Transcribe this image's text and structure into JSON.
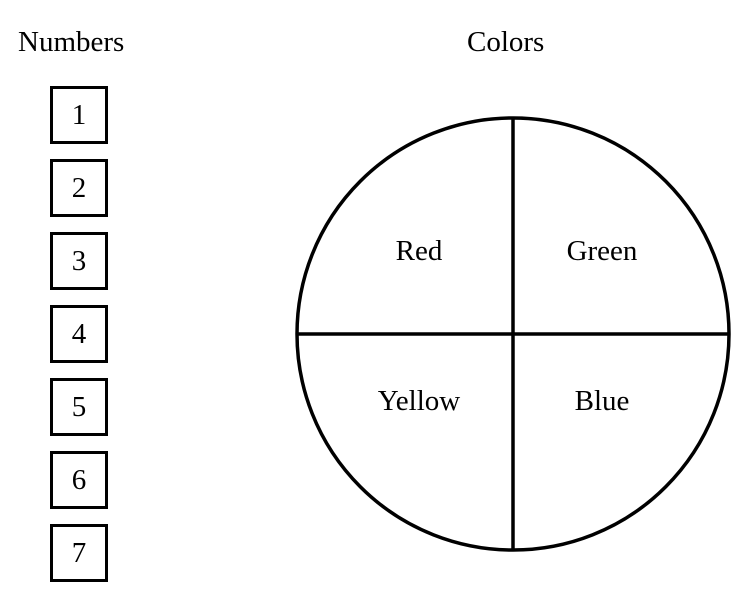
{
  "numbers": {
    "heading": "Numbers",
    "items": [
      "1",
      "2",
      "3",
      "4",
      "5",
      "6",
      "7"
    ]
  },
  "colors": {
    "heading": "Colors",
    "segments": [
      {
        "label": "Red",
        "position": "top-left"
      },
      {
        "label": "Green",
        "position": "top-right"
      },
      {
        "label": "Yellow",
        "position": "bottom-left"
      },
      {
        "label": "Blue",
        "position": "bottom-right"
      }
    ]
  },
  "style": {
    "line_color": "#000000",
    "background": "#ffffff"
  }
}
